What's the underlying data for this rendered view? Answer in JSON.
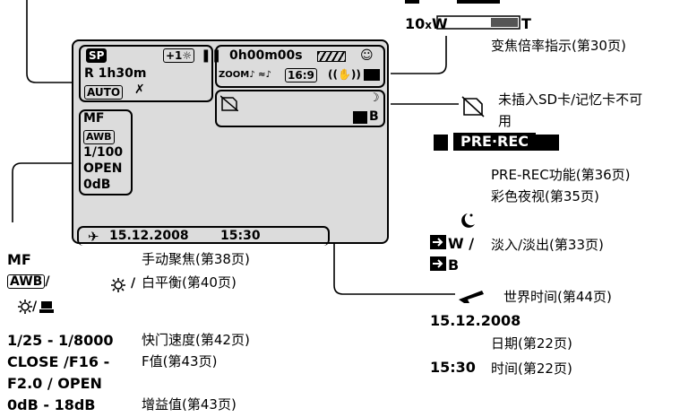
{
  "top_right": {
    "zoom_prefix": "10",
    "zoom_x": "x",
    "zoom_w": "W",
    "zoom_t": "T",
    "zoom_desc": "变焦倍率指示(第30页)"
  },
  "lcd": {
    "sp_badge": "SP",
    "ev_comp": "+1",
    "remaining": "R 1h30m",
    "auto_badge": "AUTO",
    "timecode": "0h00m00s",
    "zoom_mic": "ZOOM",
    "aspect": "16:9",
    "left_col": {
      "mf": "MF",
      "awb": "AWB",
      "shutter": "1/100",
      "iris": "OPEN",
      "gain": "0dB"
    },
    "fade_b": "B",
    "date": "15.12.2008",
    "time": "15:30"
  },
  "right_legend": {
    "no_card": "未插入SD卡/记忆卡不可",
    "no_card_2": "用",
    "prerec_badge": "PRE·REC",
    "prerec_desc": "PRE-REC功能(第36页)",
    "night_desc": "彩色夜视(第35页)",
    "fade_w": "W /",
    "fade_desc": "淡入/淡出(第33页)",
    "fade_b": "B",
    "world_time_desc": "世界时间(第44页)",
    "date_value": "15.12.2008",
    "date_desc": "日期(第22页)",
    "time_value": "15:30",
    "time_desc": "时间(第22页)"
  },
  "left_legend": {
    "mf": "MF",
    "mf_desc": "手动聚焦(第38页)",
    "awb": "AWB",
    "wb_sep": "/",
    "wb_desc": "白平衡(第40页)",
    "wb_sep2": "/",
    "shutter_range": "1/25 - 1/8000",
    "shutter_desc": "快门速度(第42页)",
    "iris_range_1": "CLOSE /F16 -",
    "iris_desc": "F值(第43页)",
    "iris_range_2": "F2.0 / OPEN",
    "gain_range": "0dB - 18dB",
    "gain_desc": "增益值(第43页)"
  },
  "colors": {
    "lcd_bg": "#dcdcdc",
    "ink": "#000000",
    "paper": "#ffffff"
  }
}
